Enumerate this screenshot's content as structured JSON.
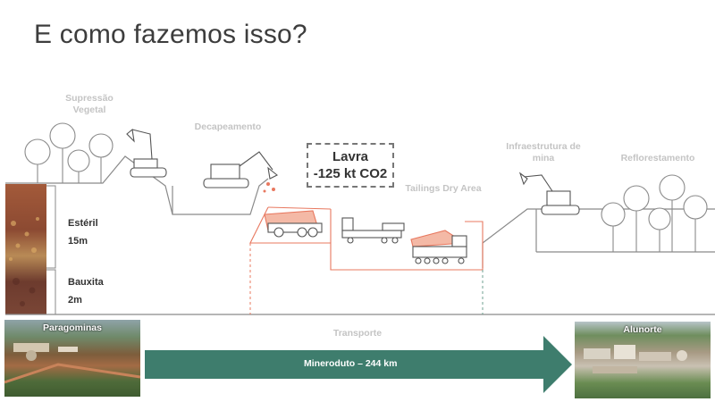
{
  "title": "E como fazemos isso?",
  "stages": {
    "supressao": "Supressão Vegetal",
    "decapeamento": "Decapeamento",
    "infraestrutura": "Infraestrutura de mina",
    "reflorestamento": "Reflorestamento",
    "tailings": "Tailings Dry Area"
  },
  "soil": {
    "esteril_label": "Estéril",
    "esteril_depth": "15m",
    "bauxita_label": "Bauxita",
    "bauxita_depth": "2m"
  },
  "lavra": {
    "title": "Lavra",
    "value": "-125 kt CO2"
  },
  "transport": {
    "label": "Transporte",
    "pipeline": "Mineroduto – 244 km",
    "origin": "Paragominas",
    "destination": "Alunorte"
  },
  "colors": {
    "accent": "#3e7d6d",
    "highlight": "#e8785f",
    "line": "#8a8a8a"
  }
}
